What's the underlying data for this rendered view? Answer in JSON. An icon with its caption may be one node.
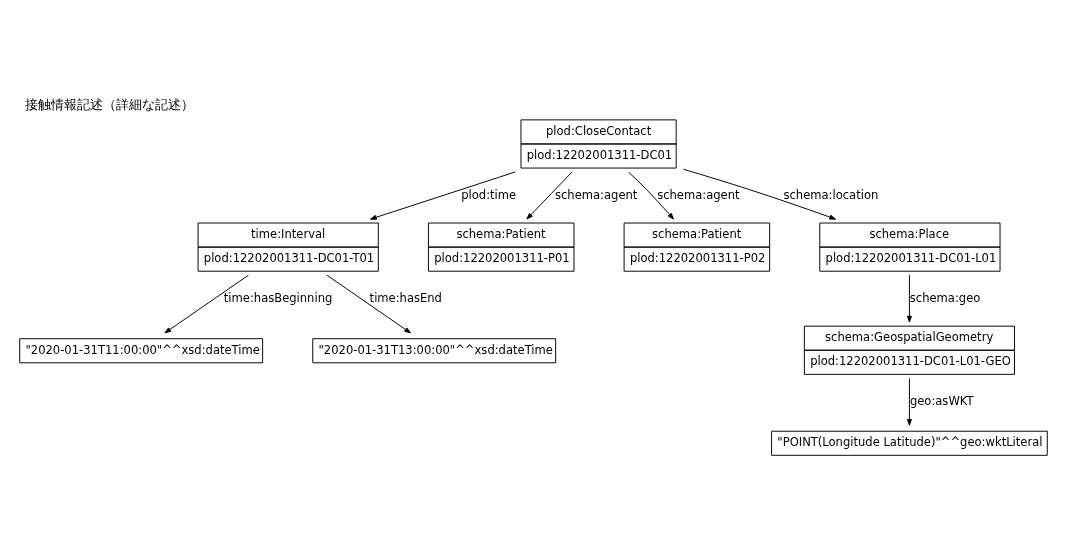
{
  "diagram": {
    "title": "接触情報記述（詳細な記述）",
    "nodes": [
      {
        "text": [
          "time:Interval",
          "plod:12202001311-DC01-T01"
        ]
      },
      {
        "text": [
          "\"2020-01-31T11:00:00\"^^xsd:dateTime"
        ]
      },
      {
        "text": [
          "\"2020-01-31T13:00:00\"^^xsd:dateTime"
        ]
      },
      {
        "text": [
          "plod:CloseContact",
          "plod:12202001311-DC01"
        ]
      },
      {
        "text": [
          "schema:Patient",
          "plod:12202001311-P01"
        ]
      },
      {
        "text": [
          "schema:Patient",
          "plod:12202001311-P02"
        ]
      },
      {
        "text": [
          "schema:Place",
          "plod:12202001311-DC01-L01"
        ]
      },
      {
        "text": [
          "schema:GeospatialGeometry",
          "plod:12202001311-DC01-L01-GEO"
        ]
      },
      {
        "text": [
          "\"POINT(Longitude Latitude)\"^^geo:wktLiteral"
        ]
      }
    ],
    "edges": [
      {
        "from": 3,
        "to": 0,
        "arrow": "to",
        "label": "plod:time"
      },
      {
        "from": 0,
        "to": 1,
        "arrow": "to",
        "label": "time:hasBeginning"
      },
      {
        "from": 0,
        "to": 2,
        "arrow": "to",
        "label": "time:hasEnd"
      },
      {
        "from": 3,
        "to": 4,
        "arrow": "to",
        "label": "schema:agent"
      },
      {
        "from": 3,
        "to": 5,
        "arrow": "to",
        "label": "schema:agent"
      },
      {
        "from": 3,
        "to": 6,
        "arrow": "to",
        "label": "schema:location"
      },
      {
        "from": 6,
        "to": 7,
        "arrow": "to",
        "label": "schema:geo"
      },
      {
        "from": 7,
        "to": 8,
        "arrow": "to",
        "label": "geo:asWKT"
      }
    ]
  }
}
